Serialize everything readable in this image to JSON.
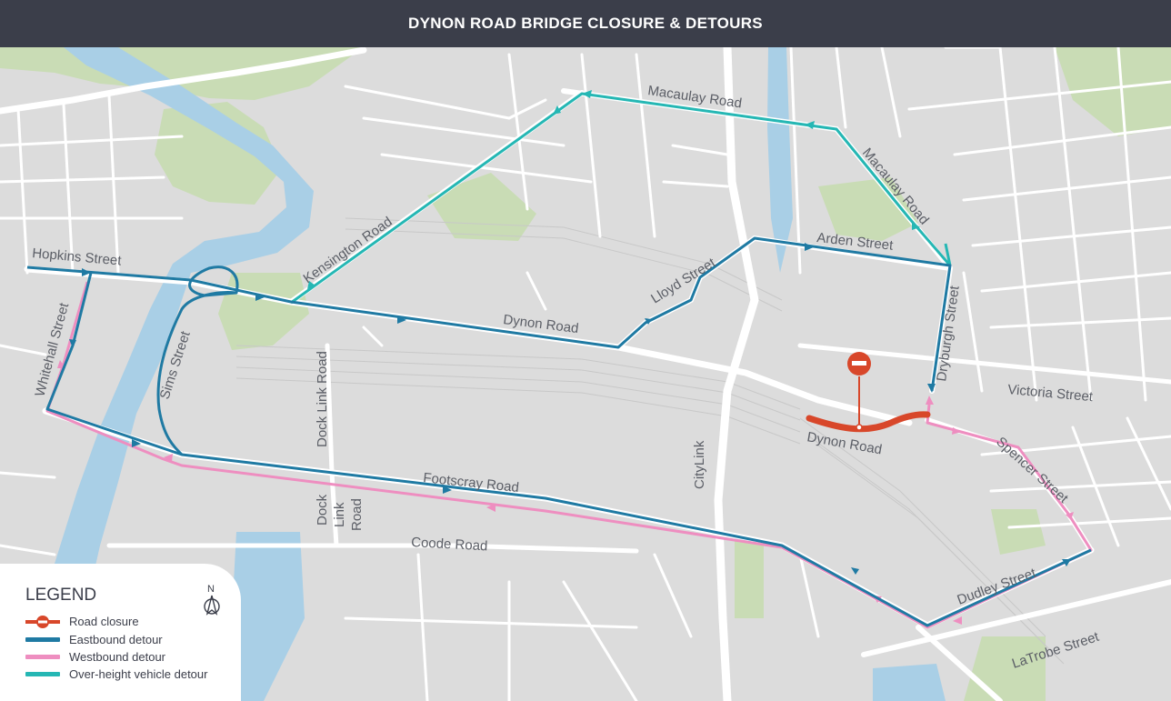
{
  "title": "DYNON ROAD BRIDGE  CLOSURE & DETOURS",
  "colors": {
    "eastbound": "#1f7aa3",
    "westbound": "#ee8ec0",
    "overheight": "#25b7b4",
    "closure": "#d8472a",
    "background": "#dcdcdc",
    "road": "#ffffff",
    "water": "#a9cfe6",
    "park": "#c9dcb5",
    "title_bg": "#3b3e4a"
  },
  "road_labels": {
    "hopkins": "Hopkins Street",
    "whitehall": "Whitehall Street",
    "sims": "Sims Street",
    "kensington": "Kensington Road",
    "macaulay_top": "Macaulay Road",
    "macaulay_diag": "Macaulay Road",
    "arden": "Arden Street",
    "lloyd": "Lloyd Street",
    "dynon_west": "Dynon Road",
    "dynon_east": "Dynon Road",
    "dock_link_1": "Dock Link Road",
    "dock_link_2a": "Dock",
    "dock_link_2b": "Link",
    "dock_link_2c": "Road",
    "footscray": "Footscray Road",
    "coode": "Coode Road",
    "citylink": "CityLink",
    "dryburgh": "Dryburgh Street",
    "victoria": "Victoria Street",
    "spencer": "Spencer Street",
    "dudley": "Dudley Street",
    "latrobe": "LaTrobe Street"
  },
  "legend": {
    "title": "LEGEND",
    "north_label": "N",
    "items": [
      {
        "label": "Road closure",
        "type": "closure"
      },
      {
        "label": "Eastbound detour",
        "type": "eastbound"
      },
      {
        "label": "Westbound detour",
        "type": "westbound"
      },
      {
        "label": "Over-height vehicle detour",
        "type": "overheight"
      }
    ]
  }
}
